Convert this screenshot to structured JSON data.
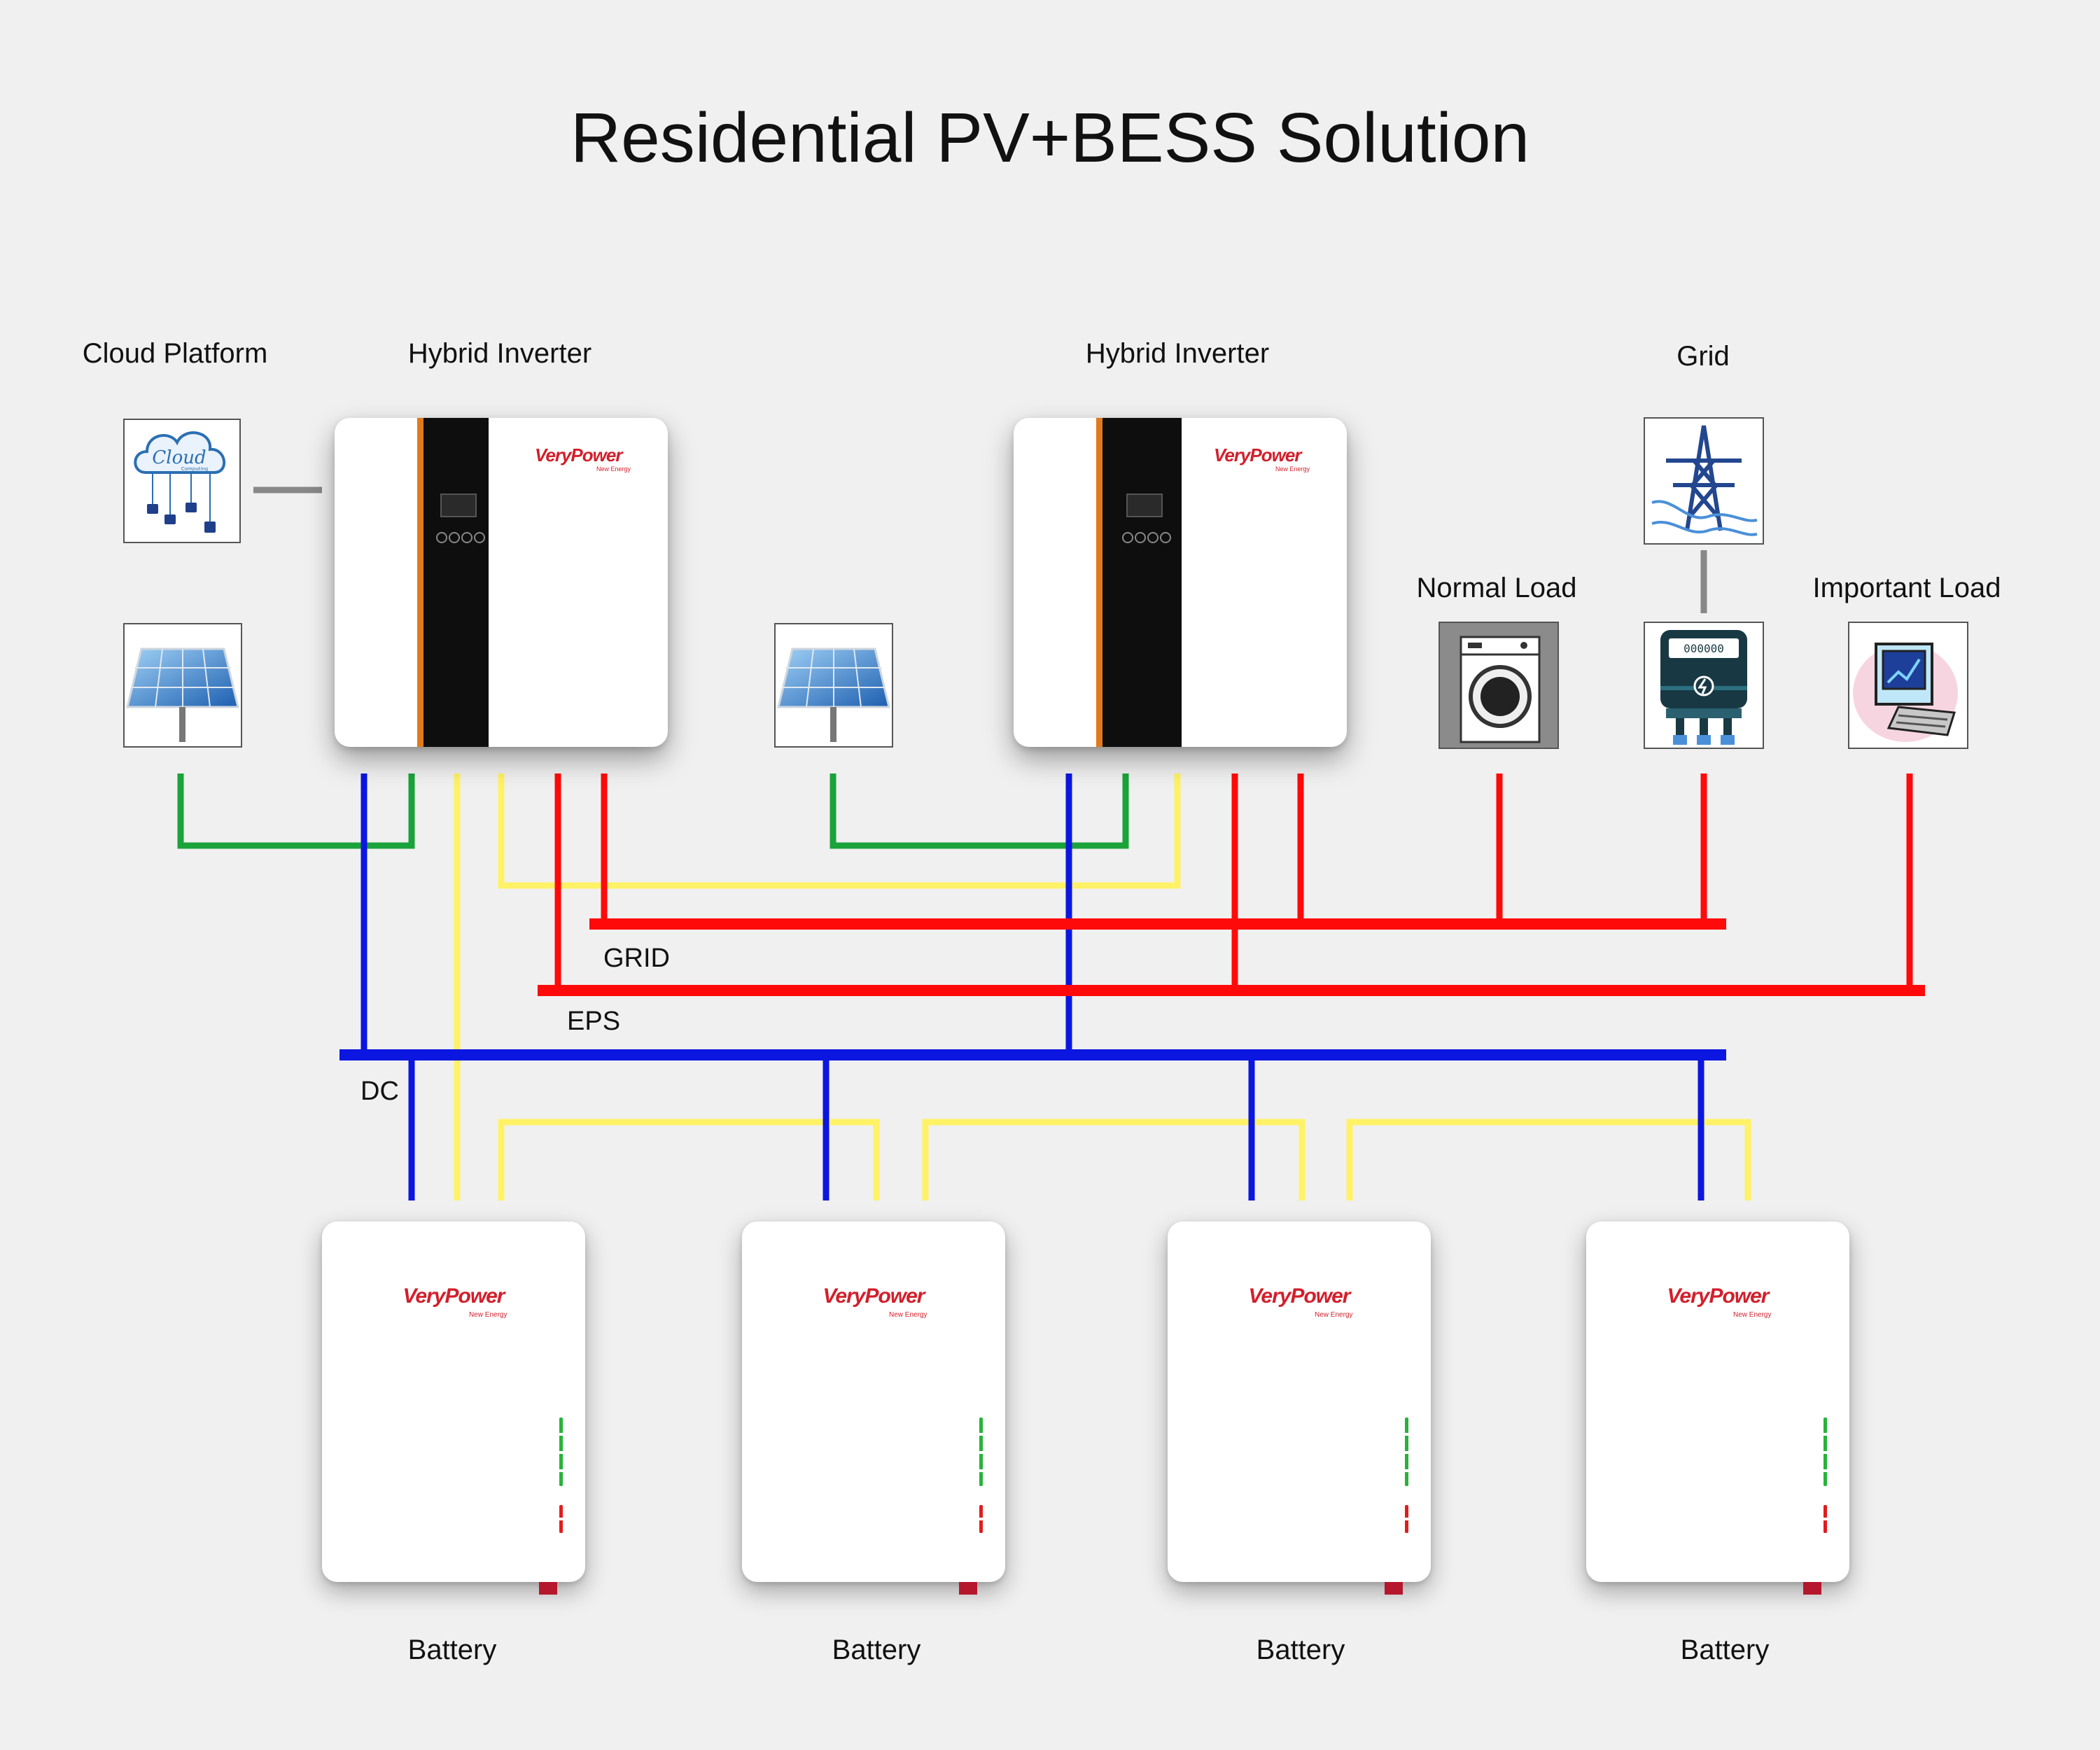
{
  "title": "Residential PV+BESS Solution",
  "labels": {
    "cloud_platform": "Cloud Platform",
    "hybrid_inverter_1": "Hybrid Inverter",
    "hybrid_inverter_2": "Hybrid Inverter",
    "grid": "Grid",
    "normal_load": "Normal Load",
    "important_load": "Important Load"
  },
  "bus_labels": {
    "grid": "GRID",
    "eps": "EPS",
    "dc": "DC"
  },
  "brand": {
    "name": "VeryPower",
    "tagline": "New Energy"
  },
  "meter_reading": "000000",
  "cloud_icon_text": {
    "main": "Cloud",
    "sub": "Computing"
  },
  "batteries": [
    {
      "label": "Battery"
    },
    {
      "label": "Battery"
    },
    {
      "label": "Battery"
    },
    {
      "label": "Battery"
    }
  ],
  "colors": {
    "background": "#f0f0f0",
    "pv_line": "#1aa33a",
    "dc_line": "#0b16e0",
    "grid_eps_line": "#ff0a0a",
    "comm_line": "#fff266",
    "link_line": "#888888",
    "brand": "#d21f2b",
    "inverter_accent": "#e07a1c"
  },
  "icons": [
    "cloud-computing-icon",
    "solar-panel-icon",
    "transmission-tower-icon",
    "energy-meter-icon",
    "washing-machine-icon",
    "computer-icon"
  ]
}
